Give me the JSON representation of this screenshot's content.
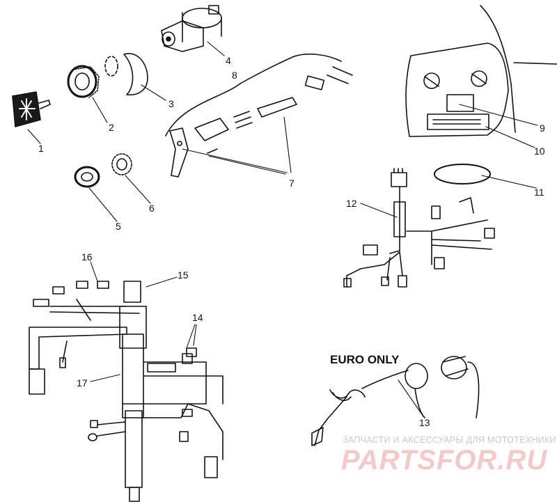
{
  "callouts": [
    {
      "label": "1"
    },
    {
      "label": "2"
    },
    {
      "label": "3"
    },
    {
      "label": "4"
    },
    {
      "label": "5"
    },
    {
      "label": "6"
    },
    {
      "label": "7"
    },
    {
      "label": "8"
    },
    {
      "label": "9"
    },
    {
      "label": "10"
    },
    {
      "label": "11"
    },
    {
      "label": "12"
    },
    {
      "label": "13"
    },
    {
      "label": "14"
    },
    {
      "label": "15"
    },
    {
      "label": "16"
    },
    {
      "label": "17"
    }
  ],
  "euro_only": "EURO ONLY",
  "watermark": {
    "tagline": "ЗАПЧАСТИ И АКСЕССУАРЫ ДЛЯ МОТОТЕХНИКИ",
    "brand": "PARTSFOR.RU",
    "brand_color": "#e8a3a3"
  }
}
